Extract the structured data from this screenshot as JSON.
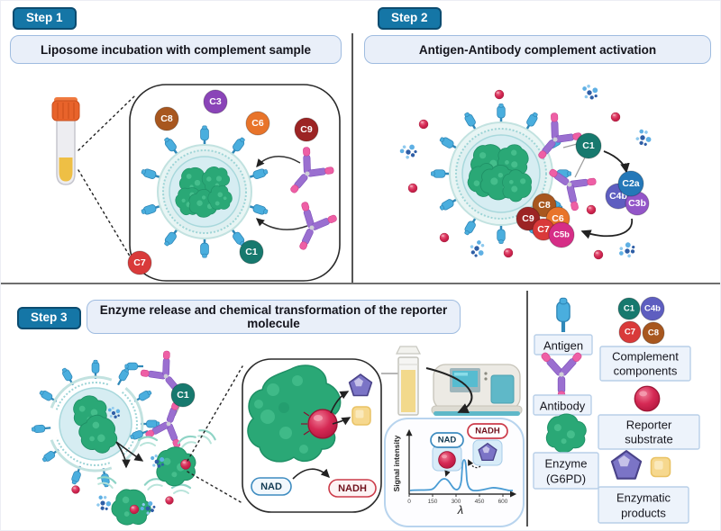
{
  "step1": {
    "badge": "Step 1",
    "title": "Liposome incubation with complement sample",
    "labels": {
      "c8": "C8",
      "c3": "C3",
      "c6": "C6",
      "c9": "C9",
      "c1": "C1",
      "c7": "C7"
    }
  },
  "step2": {
    "badge": "Step 2",
    "title": "Antigen-Antibody complement activation",
    "labels": {
      "c1": "C1",
      "c2a": "C2a",
      "c4b": "C4b",
      "c3b": "C3b",
      "c8": "C8",
      "c9": "C9",
      "c6": "C6",
      "c7": "C7",
      "c5b": "C5b"
    }
  },
  "step3": {
    "badge": "Step 3",
    "title": "Enzyme release and chemical transformation of the reporter molecule",
    "labels": {
      "c1": "C1",
      "nad": "NAD",
      "nadh": "NADH"
    },
    "chart": {
      "ylabel": "Signal intensity",
      "xlabel": "λ",
      "nad": "NAD",
      "nadh": "NADH",
      "xticks": [
        "0",
        "150",
        "300",
        "450",
        "600"
      ]
    }
  },
  "legend": {
    "antigen": "Antigen",
    "antibody": "Antibody",
    "enzyme_line1": "Enzyme",
    "enzyme_line2": "(G6PD)",
    "complement_line1": "Complement",
    "complement_line2": "components",
    "items": {
      "c1": "C1",
      "c4b": "C4b",
      "c7": "C7",
      "c8": "C8"
    },
    "reporter_line1": "Reporter",
    "reporter_line2": "substrate",
    "products_line1": "Enzymatic",
    "products_line2": "products"
  },
  "colors": {
    "step_badge": "#1576a6",
    "title_box_bg": "#e9eff9",
    "title_box_border": "#9fbce0",
    "c1": "#17796e",
    "c2a": "#2478b8",
    "c3": "#8a44b8",
    "c3b": "#9355c8",
    "c4b": "#5e5ec0",
    "c5b": "#d62e87",
    "c6": "#e8742a",
    "c7": "#d93a3a",
    "c8": "#a8571f",
    "c9": "#9c2424",
    "enzyme_green": "#2aa876",
    "antigen_blue": "#4aaede",
    "antibody_purple": "#9a6fd0",
    "antibody_pink": "#ee5fa5",
    "reporter_red": "#d62a55",
    "pentagon_purple": "#7b74c6",
    "square_yellow": "#f6d88e",
    "liposome_teal": "#d6edf2",
    "spectrum_line": "#4a9cd4",
    "tube_cap_orange": "#e8632b",
    "tube_liquid_yellow": "#eebf45"
  },
  "icons": {
    "antigen": "blue-spike-shape",
    "antibody": "purple-pink-y-shape",
    "enzyme": "green-blob",
    "reporter_substrate": "red-sphere",
    "enzymatic_products": "purple-pentagon-and-yellow-square",
    "test_tube": "orange-cap-tube",
    "cuvette": "yellow-cuvette",
    "spectrophotometer": "benchtop-instrument",
    "membrane_fragment": "teal-double-arc",
    "molecule_cluster": "blue-dot-cluster"
  },
  "chart_data": {
    "type": "line",
    "title": "",
    "xlabel": "λ",
    "ylabel": "Signal intensity",
    "xticks": [
      0,
      150,
      300,
      450,
      600
    ],
    "xlim": [
      0,
      620
    ],
    "ylim": [
      0,
      1.1
    ],
    "grid": false,
    "legend_position": "none",
    "series": [
      {
        "name": "spectrum",
        "x": [
          0,
          60,
          120,
          180,
          210,
          240,
          270,
          290,
          310,
          330,
          350,
          380,
          430,
          480,
          530,
          570,
          600
        ],
        "y": [
          0.03,
          0.04,
          0.05,
          0.08,
          0.22,
          0.35,
          0.18,
          0.08,
          0.45,
          1.0,
          0.45,
          0.07,
          0.04,
          0.1,
          0.12,
          0.07,
          0.04
        ]
      }
    ],
    "annotations": [
      {
        "label": "NAD",
        "x": 240,
        "marker": "red-sphere"
      },
      {
        "label": "NADH",
        "x": 330,
        "marker": "purple-pentagon"
      }
    ]
  }
}
